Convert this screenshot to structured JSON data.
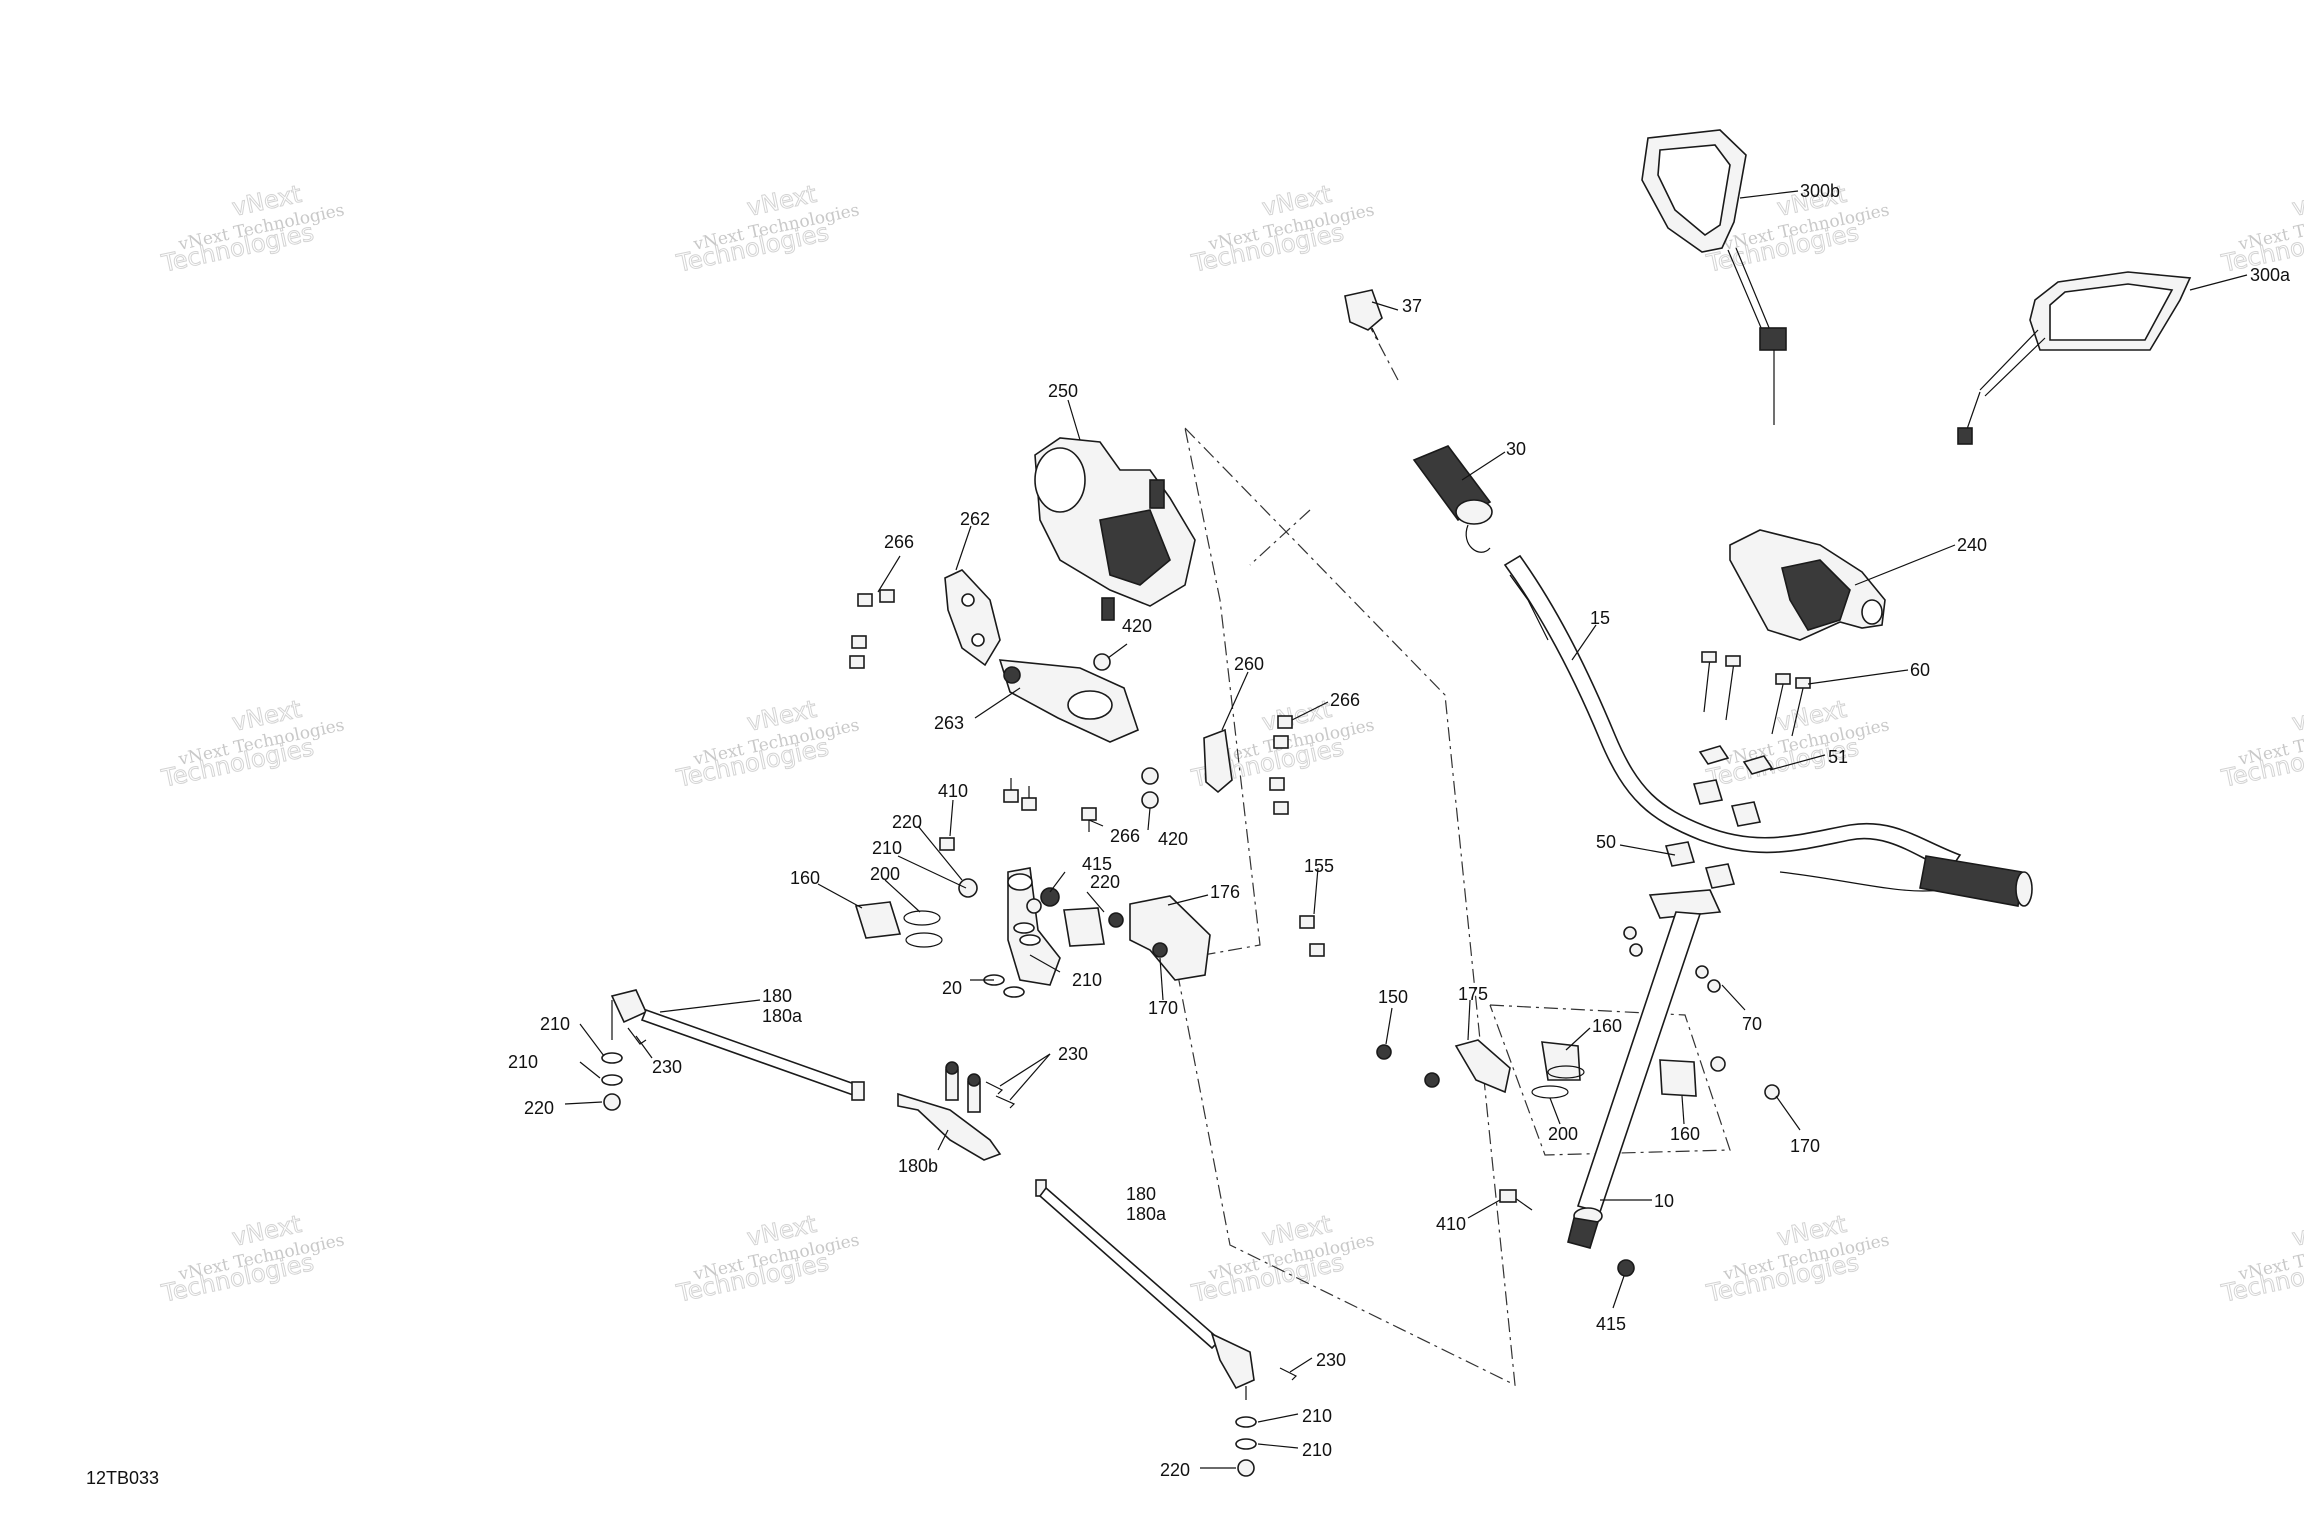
{
  "diagram_ref": "12TB033",
  "watermark": {
    "line1": "vNext Technologies",
    "line2": "vNext",
    "line3": "Technologies"
  },
  "callouts": {
    "c300b": "300b",
    "c300a": "300a",
    "c37": "37",
    "c30": "30",
    "c240": "240",
    "c15": "15",
    "c60": "60",
    "c51": "51",
    "c50": "50",
    "c70": "70",
    "c250": "250",
    "c262": "262",
    "c266a": "266",
    "c420a": "420",
    "c260": "260",
    "c266b": "266",
    "c263": "263",
    "c410a": "410",
    "c220a": "220",
    "c210a": "210",
    "c200a": "200",
    "c160a": "160",
    "c415a": "415",
    "c220b": "220",
    "c176": "176",
    "c155": "155",
    "c266c": "266",
    "c420b": "420",
    "c20": "20",
    "c210b": "210",
    "c170a": "170",
    "c150": "150",
    "c175": "175",
    "c160b": "160",
    "c200b": "200",
    "c160c": "160",
    "c170b": "170",
    "c10": "10",
    "c410b": "410",
    "c415b": "415",
    "c180a": "180",
    "c180aa": "180a",
    "c210c": "210",
    "c230a": "230",
    "c210d": "210",
    "c220c": "220",
    "c230b": "230",
    "c180b": "180b",
    "c180c": "180",
    "c180ab": "180a",
    "c230c": "230",
    "c210e": "210",
    "c210f": "210",
    "c220d": "220"
  }
}
